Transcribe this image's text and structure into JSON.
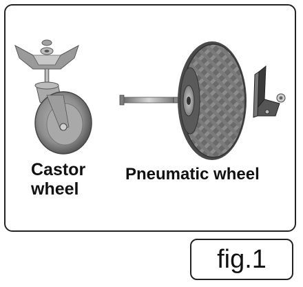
{
  "figure": {
    "castor_label_line1": "Castor",
    "castor_label_line2": "wheel",
    "pneumatic_label": "Pneumatic wheel",
    "caption": "fig.1"
  },
  "icons": [
    "castor-wheel-illustration",
    "axle-bolt-illustration",
    "pneumatic-wheel-illustration",
    "bracket-illustration"
  ]
}
